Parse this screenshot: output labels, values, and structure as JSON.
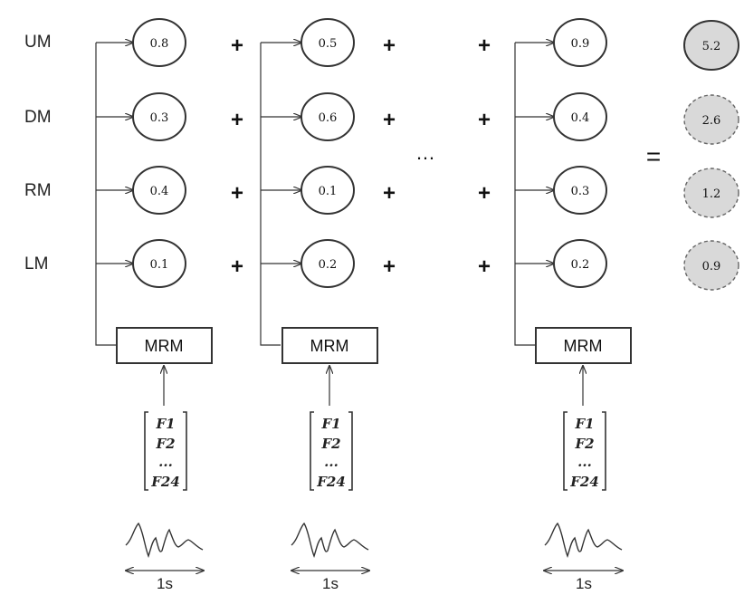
{
  "row_labels": [
    "UM",
    "DM",
    "RM",
    "LM"
  ],
  "columns": [
    {
      "values": [
        "0.8",
        "0.3",
        "0.4",
        "0.1"
      ],
      "box_label": "MRM",
      "features": [
        "F1",
        "F2",
        "...",
        "F24"
      ],
      "duration": "1s"
    },
    {
      "values": [
        "0.5",
        "0.6",
        "0.1",
        "0.2"
      ],
      "box_label": "MRM",
      "features": [
        "F1",
        "F2",
        "...",
        "F24"
      ],
      "duration": "1s"
    },
    {
      "values": [
        "0.9",
        "0.4",
        "0.3",
        "0.2"
      ],
      "box_label": "MRM",
      "features": [
        "F1",
        "F2",
        "...",
        "F24"
      ],
      "duration": "1s"
    }
  ],
  "results": [
    "5.2",
    "2.6",
    "1.2",
    "0.9"
  ],
  "plus_sign": "+",
  "equals_sign": "=",
  "ellipsis": "…",
  "colors": {
    "line": "#333333",
    "result_fill": "#d9d9d9",
    "node_fill": "#ffffff"
  }
}
